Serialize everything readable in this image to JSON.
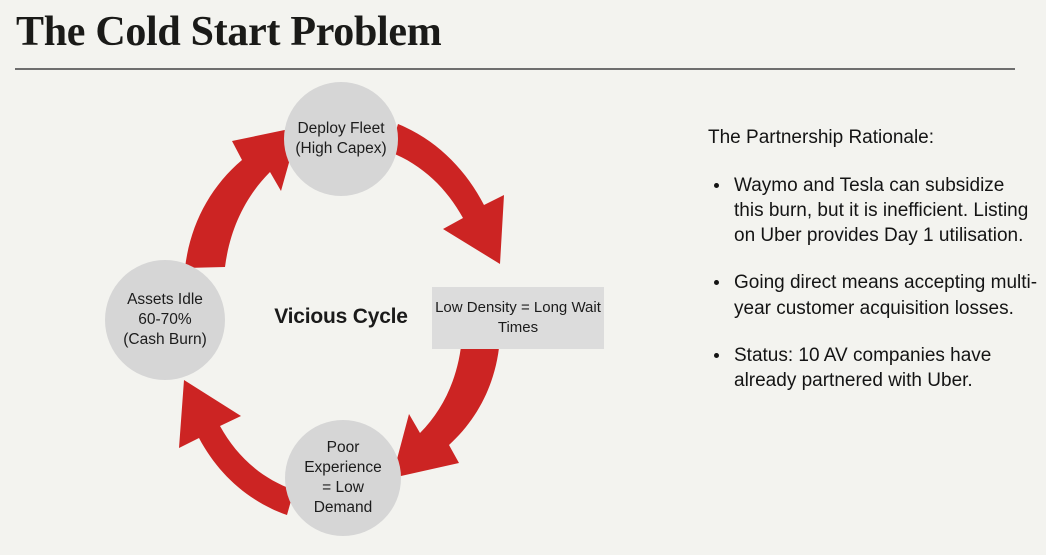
{
  "slide": {
    "title": "The Cold Start Problem",
    "accent_red": "#cc2423",
    "node_gray": "#d6d6d6",
    "box_gray": "#dcdcdc",
    "background": "#f3f3ef",
    "text_color": "#141414"
  },
  "diagram": {
    "center_label": "Vicious Cycle",
    "nodes": {
      "deploy_fleet": {
        "line1": "Deploy Fleet",
        "line2": "(High Capex)"
      },
      "low_density": {
        "line1": "Low Density =",
        "line2": "Long Wait Times"
      },
      "poor_experience": {
        "line1": "Poor",
        "line2": "Experience",
        "line3": "= Low",
        "line4": "Demand"
      },
      "assets_idle": {
        "line1": "Assets Idle",
        "line2": "60-70%",
        "line3": "(Cash Burn)"
      }
    },
    "arrows": [
      {
        "name": "deploy-to-density",
        "from": "deploy_fleet",
        "to": "low_density"
      },
      {
        "name": "density-to-experience",
        "from": "low_density",
        "to": "poor_experience"
      },
      {
        "name": "experience-to-assets",
        "from": "poor_experience",
        "to": "assets_idle"
      },
      {
        "name": "assets-to-deploy",
        "from": "assets_idle",
        "to": "deploy_fleet"
      }
    ]
  },
  "panel": {
    "heading": "The Partnership Rationale:",
    "bullets": [
      "Waymo and Tesla can subsidize this burn, but it is inefficient. Listing on Uber provides Day 1 utilisation.",
      "Going direct means accepting multi-year customer acquisition losses.",
      "Status: 10 AV companies have already partnered with Uber."
    ]
  }
}
